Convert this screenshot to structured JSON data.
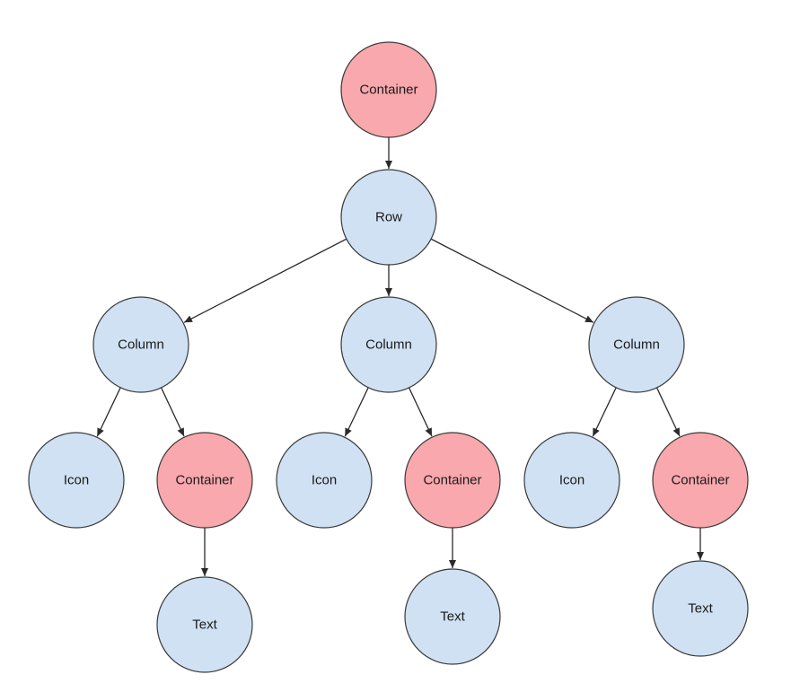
{
  "colors": {
    "container_fill": "#f9a8ad",
    "widget_fill": "#cfe1f3",
    "stroke": "#3a3a3a",
    "edge": "#2b2b2b"
  },
  "nodes": [
    {
      "id": "root",
      "label": "Container",
      "kind": "container"
    },
    {
      "id": "row",
      "label": "Row",
      "kind": "widget"
    },
    {
      "id": "col1",
      "label": "Column",
      "kind": "widget"
    },
    {
      "id": "col2",
      "label": "Column",
      "kind": "widget"
    },
    {
      "id": "col3",
      "label": "Column",
      "kind": "widget"
    },
    {
      "id": "icon1",
      "label": "Icon",
      "kind": "widget"
    },
    {
      "id": "cont1",
      "label": "Container",
      "kind": "container"
    },
    {
      "id": "icon2",
      "label": "Icon",
      "kind": "widget"
    },
    {
      "id": "cont2",
      "label": "Container",
      "kind": "container"
    },
    {
      "id": "icon3",
      "label": "Icon",
      "kind": "widget"
    },
    {
      "id": "cont3",
      "label": "Container",
      "kind": "container"
    },
    {
      "id": "text1",
      "label": "Text",
      "kind": "widget"
    },
    {
      "id": "text2",
      "label": "Text",
      "kind": "widget"
    },
    {
      "id": "text3",
      "label": "Text",
      "kind": "widget"
    }
  ],
  "edges": [
    {
      "from": "root",
      "to": "row"
    },
    {
      "from": "row",
      "to": "col1"
    },
    {
      "from": "row",
      "to": "col2"
    },
    {
      "from": "row",
      "to": "col3"
    },
    {
      "from": "col1",
      "to": "icon1"
    },
    {
      "from": "col1",
      "to": "cont1"
    },
    {
      "from": "col2",
      "to": "icon2"
    },
    {
      "from": "col2",
      "to": "cont2"
    },
    {
      "from": "col3",
      "to": "icon3"
    },
    {
      "from": "col3",
      "to": "cont3"
    },
    {
      "from": "cont1",
      "to": "text1"
    },
    {
      "from": "cont2",
      "to": "text2"
    },
    {
      "from": "cont3",
      "to": "text3"
    }
  ]
}
